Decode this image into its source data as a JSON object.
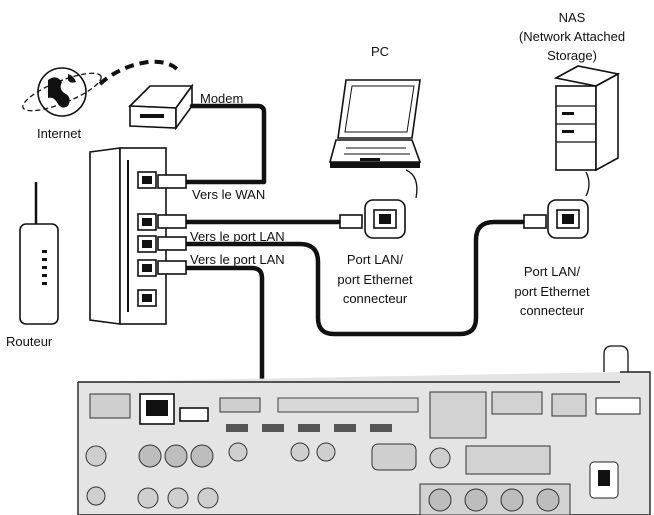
{
  "labels": {
    "internet": "Internet",
    "modem": "Modem",
    "routeur": "Routeur",
    "vers_wan": "Vers le WAN",
    "vers_lan_1": "Vers le port LAN",
    "vers_lan_2": "Vers le port LAN",
    "pc": "PC",
    "nas": [
      "NAS",
      "(Network Attached",
      "Storage)"
    ],
    "pc_port": [
      "Port LAN/",
      "port Ethernet",
      "connecteur"
    ],
    "nas_port": [
      "Port LAN/",
      "port Ethernet",
      "connecteur"
    ]
  },
  "icons": [
    "globe-icon",
    "modem-icon",
    "router-icon",
    "laptop-icon",
    "nas-icon",
    "receiver-panel",
    "ethernet-jack-icon",
    "rj45-plug-icon"
  ]
}
